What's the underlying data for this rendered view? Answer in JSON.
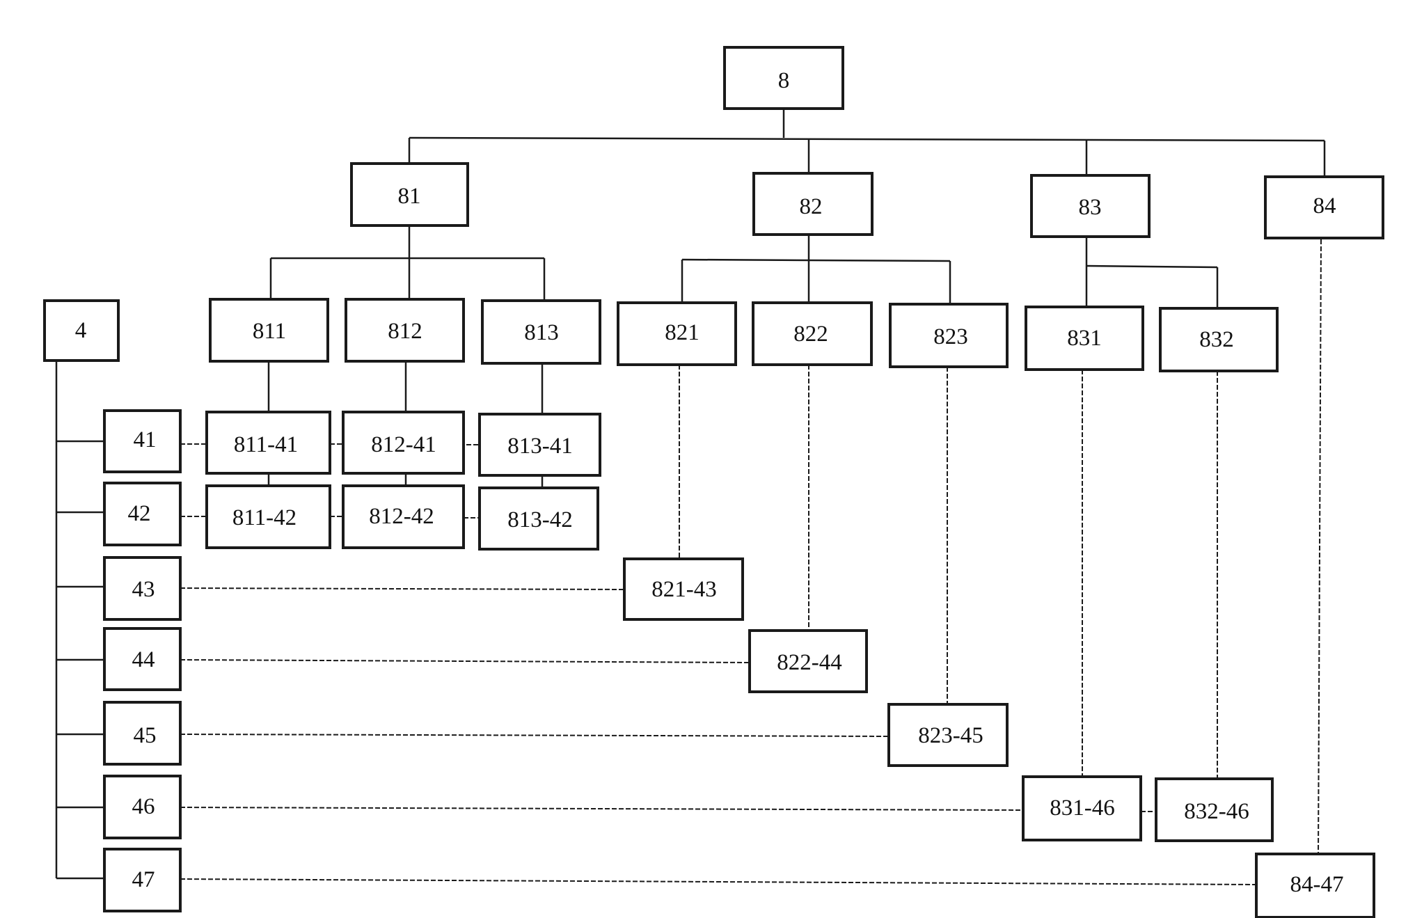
{
  "nodes": {
    "n8": "8",
    "n81": "81",
    "n82": "82",
    "n83": "83",
    "n84": "84",
    "n811": "811",
    "n812": "812",
    "n813": "813",
    "n821": "821",
    "n822": "822",
    "n823": "823",
    "n831": "831",
    "n832": "832",
    "n4": "4",
    "n41": "41",
    "n42": "42",
    "n43": "43",
    "n44": "44",
    "n45": "45",
    "n46": "46",
    "n47": "47",
    "n811_41": "811-41",
    "n812_41": "812-41",
    "n813_41": "813-41",
    "n811_42": "811-42",
    "n812_42": "812-42",
    "n813_42": "813-42",
    "n821_43": "821-43",
    "n822_44": "822-44",
    "n823_45": "823-45",
    "n831_46": "831-46",
    "n832_46": "832-46",
    "n84_47": "84-47"
  }
}
